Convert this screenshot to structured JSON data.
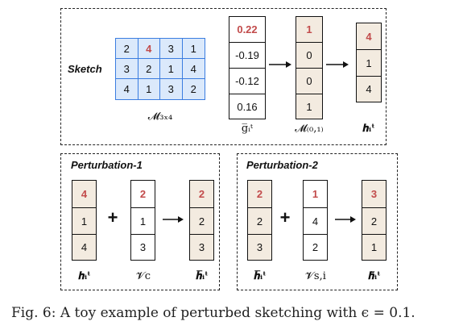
{
  "sketch": {
    "title": "Sketch",
    "matrix": [
      [
        "2",
        "4",
        "3",
        "1"
      ],
      [
        "3",
        "2",
        "1",
        "4"
      ],
      [
        "4",
        "1",
        "3",
        "2"
      ]
    ],
    "matrix_label": "𝓜₃ₓ₄",
    "g_values": [
      "0.22",
      "-0.19",
      "-0.12",
      "0.16"
    ],
    "g_label": "g̅ᵢᵗ",
    "m_values": [
      "1",
      "0",
      "0",
      "1"
    ],
    "m_label": "𝓜₍₀,₁₎",
    "h_values": [
      "4",
      "1",
      "4"
    ],
    "h_label": "𝒉ᵢᵗ"
  },
  "perturbation1": {
    "title": "Perturbation-1",
    "h_values": [
      "4",
      "1",
      "4"
    ],
    "h_label": "𝒉ᵢᵗ",
    "v_values": [
      "2",
      "1",
      "3"
    ],
    "v_label": "𝓥c",
    "hbar_values": [
      "2",
      "2",
      "3"
    ],
    "hbar_label": "𝒉̅ᵢᵗ"
  },
  "perturbation2": {
    "title": "Perturbation-2",
    "hbar_values": [
      "2",
      "2",
      "3"
    ],
    "hbar_label": "𝒉̅ᵢᵗ",
    "v_values": [
      "1",
      "4",
      "2"
    ],
    "v_label": "𝓥s,i",
    "htilde_values": [
      "3",
      "2",
      "1"
    ],
    "htilde_label": "𝒉̃ᵢᵗ"
  },
  "caption": "Fig. 6: A toy example of perturbed sketching with ϵ = 0.1."
}
